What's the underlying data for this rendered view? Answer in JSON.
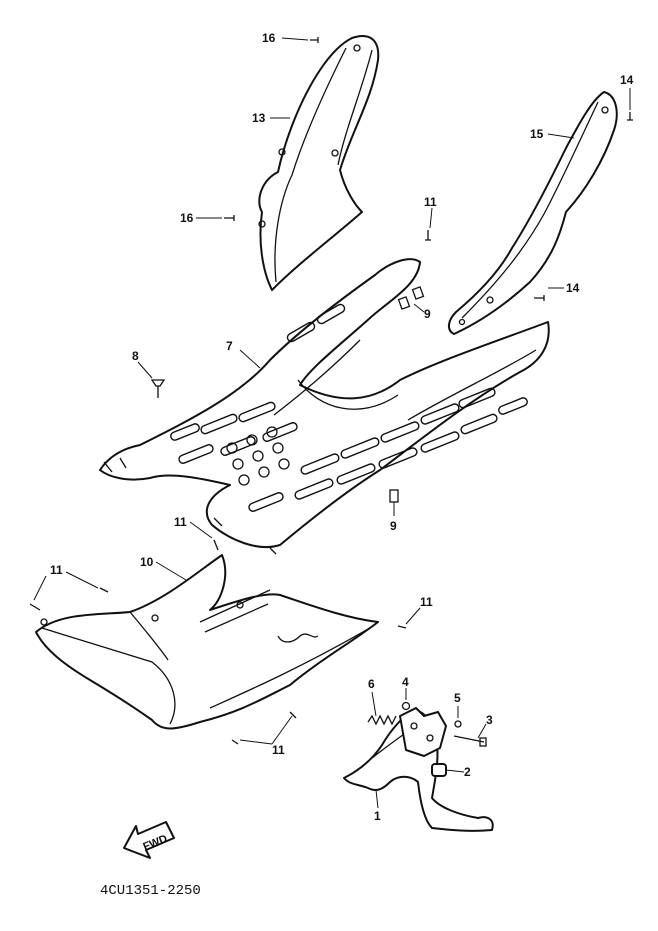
{
  "diagram": {
    "callouts": {
      "c1": "1",
      "c2": "2",
      "c3": "3",
      "c4": "4",
      "c5": "5",
      "c6": "6",
      "c7": "7",
      "c8": "8",
      "c9a": "9",
      "c9b": "9",
      "c10": "10",
      "c11a": "11",
      "c11b": "11",
      "c11c": "11",
      "c11d": "11",
      "c11e": "11",
      "c13": "13",
      "c14a": "14",
      "c14b": "14",
      "c15": "15",
      "c16a": "16",
      "c16b": "16"
    },
    "fwd_label": "FWD",
    "drawing_code": "4CU1351-2250"
  }
}
